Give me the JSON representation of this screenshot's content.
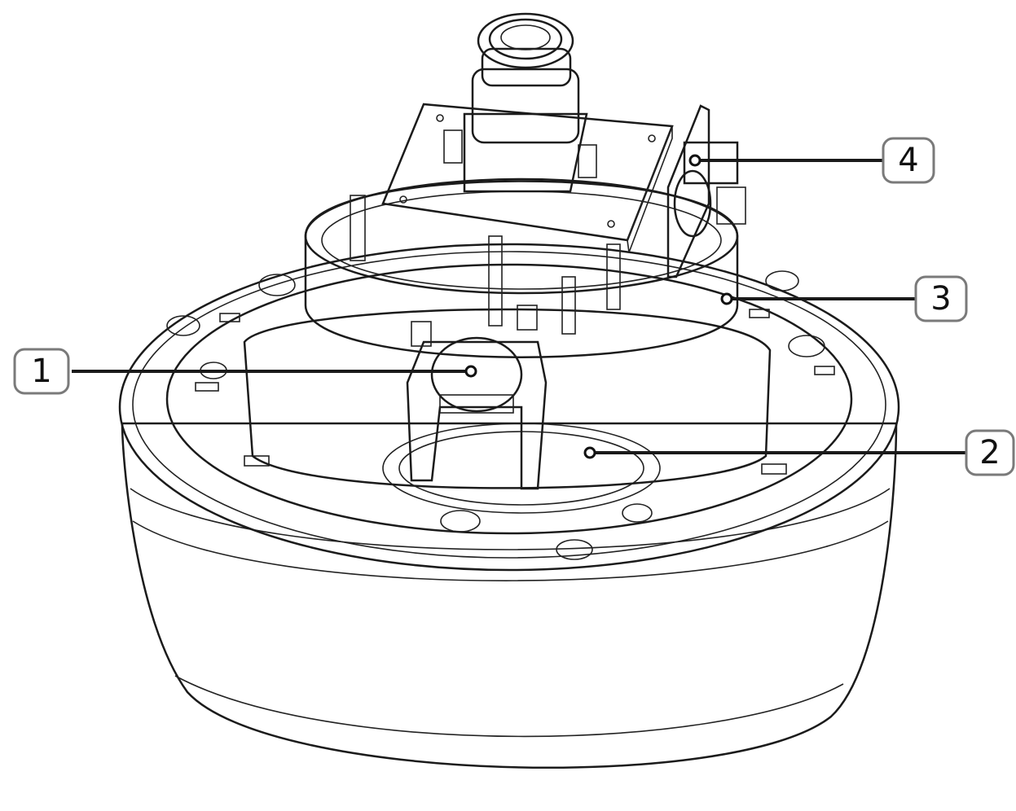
{
  "figure": {
    "callouts": [
      {
        "id": "callout-1",
        "label": "1"
      },
      {
        "id": "callout-2",
        "label": "2"
      },
      {
        "id": "callout-3",
        "label": "3"
      },
      {
        "id": "callout-4",
        "label": "4"
      }
    ]
  },
  "colors": {
    "housing_light": "#e9e9e9",
    "housing_mid": "#c8c8c8",
    "housing_dark": "#8e8e8e",
    "interior_dark": "#7a7a7a",
    "outline": "#1b1b1b"
  }
}
